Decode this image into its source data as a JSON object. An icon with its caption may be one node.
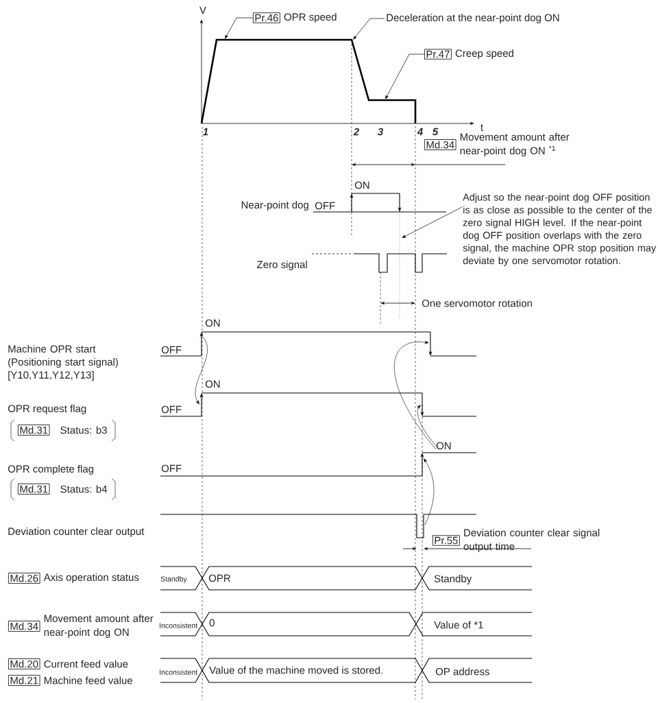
{
  "diagram": {
    "nodes": [
      {
        "text": [
          "Pr.46"
        ],
        "beside": [
          "OPR speed"
        ]
      },
      {
        "text": [
          "Deceleration at the near-point dog ON"
        ]
      },
      {
        "text": [
          "Pr.47"
        ],
        "beside": [
          "Creep speed"
        ]
      },
      {
        "text": [
          "Md.34"
        ],
        "beside": [
          "Movement amount after near-point dog ON $^{*1}$"
        ]
      },
      {
        "text": [
          "Adjust so the near-point dog OFF position is as close as possible to the center of the zero signal HIGH level. If the near-point dog OFF position overlaps with the zero signal, the machine OPR stop position may deviate by one servomotor rotation."
        ]
      },
      {
        "text": [
          "Md.31"
        ],
        "beside": [
          "Status: b3"
        ]
      },
      {
        "text": [
          "Md.31"
        ],
        "beside": [
          "Status: b4"
        ]
      },
      {
        "text": [
          "Pr.55"
        ],
        "beside": [
          "Deviation counter clear signal output time"
        ]
      },
      {
        "text": [
          "Md.26"
        ],
        "beside": [
          "Axis operation status"
        ]
      },
      {
        "text": [
          "Md.34"
        ],
        "beside": [
          "Movement amount after near-point dog ON"
        ]
      },
      {
        "text": [
          "Md.20"
        ],
        "beside": [
          "Current feed value"
        ]
      },
      {
        "text": [
          "Md.21"
        ],
        "beside": [
          "Machine feed value"
        ]
      },
      {
        "text": [],
        "shape": "line"
      }
    ],
    "edges": [
      {
        "from": 0,
        "to": 12,
        "arrow": "to"
      },
      {
        "from": 1,
        "to": 12,
        "arrow": "to"
      },
      {
        "from": 2,
        "to": 12,
        "arrow": "to"
      },
      {
        "from": 4,
        "to": null,
        "arrow": "to"
      }
    ],
    "labels": [
      "V",
      "t",
      "1",
      "2",
      "3",
      "4",
      "5",
      "ON",
      "Near-point dog",
      "OFF",
      "Zero signal",
      "One servomotor rotation",
      "ON",
      "Machine OPR start (Positioning start signal) [Y10,Y11,Y12,Y13]",
      "OFF",
      "ON",
      "OPR request flag",
      "OFF",
      "ON",
      "OPR complete flag",
      "OFF",
      "Deviation counter clear output",
      "Standby",
      "OPR",
      "Standby",
      "Inconsistent",
      "0",
      "Value of *1",
      "Inconsistent",
      "Value of the machine moved is stored.",
      "OP address"
    ]
  }
}
